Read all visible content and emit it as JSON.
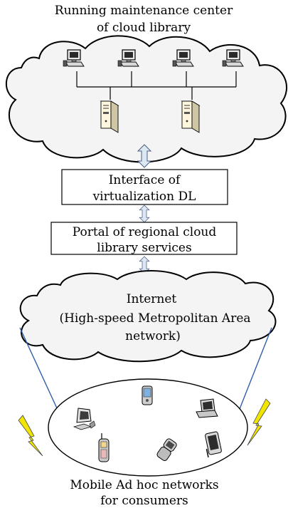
{
  "top_cloud": {
    "title_line1": "Running maintenance center",
    "title_line2": "of cloud library"
  },
  "interface_box": {
    "line1": "Interface of",
    "line2": "virtualization DL"
  },
  "portal_box": {
    "line1": "Portal of regional cloud",
    "line2": "library services"
  },
  "internet_cloud": {
    "line1": "Internet",
    "line2": "(High-speed Metropolitan Area",
    "line3": "network)"
  },
  "manet": {
    "line1": "Mobile Ad hoc networks",
    "line2": "for consumers"
  },
  "icons": [
    "desktop-pc-icon",
    "server-icon",
    "laptop-icon",
    "pda-icon",
    "flip-phone-icon",
    "mobile-phone-icon",
    "lightning-icon",
    "double-arrow-icon"
  ],
  "colors": {
    "cloud_fill": "#f4f4f4",
    "lightning": "#f2e600",
    "arrow_fill": "#dde6f3",
    "link_line": "#2f5fa8"
  }
}
